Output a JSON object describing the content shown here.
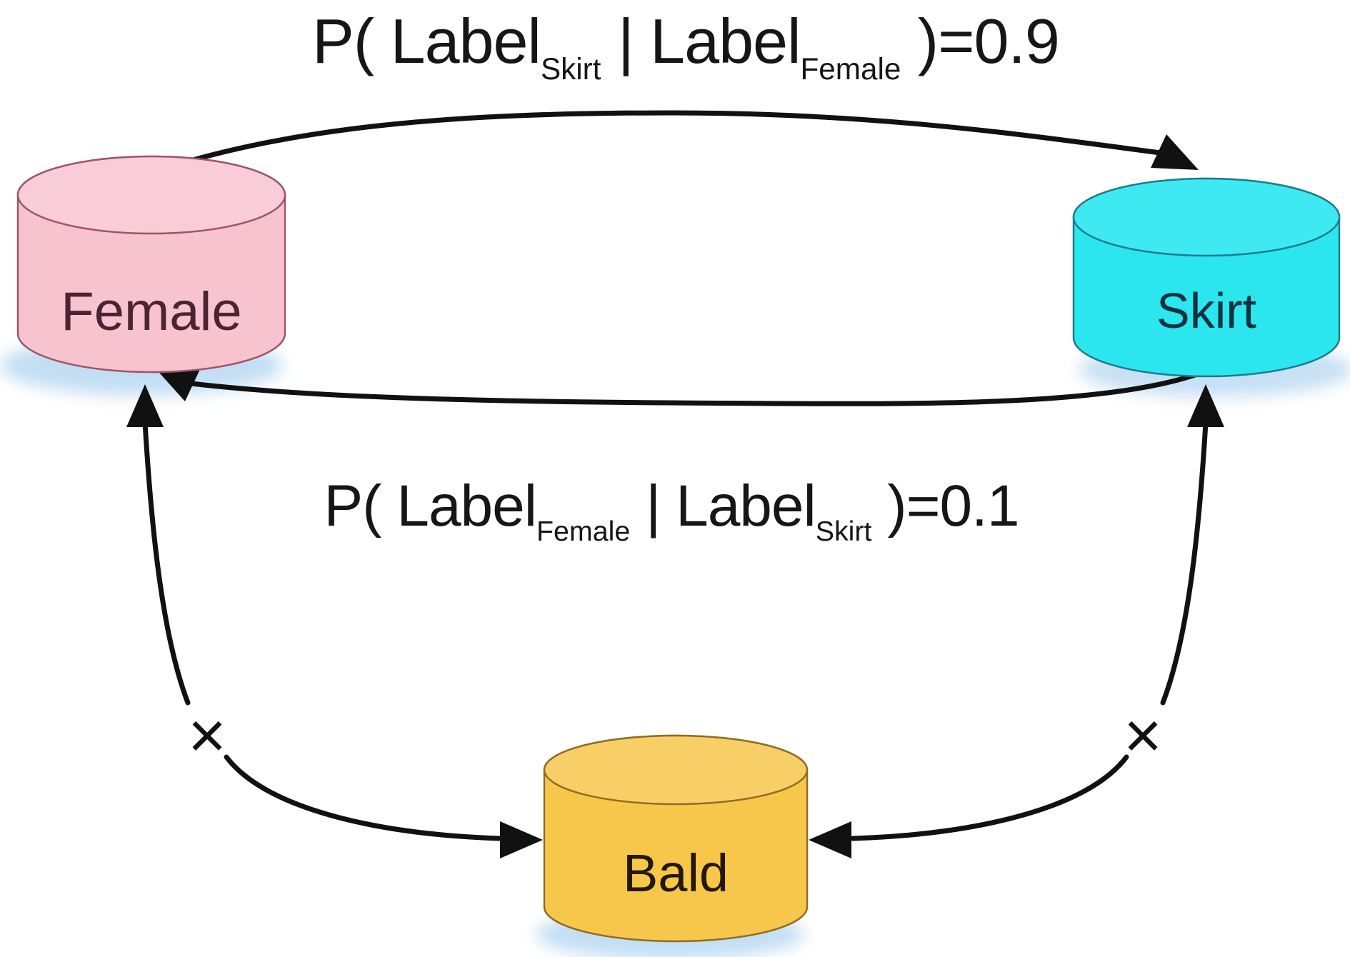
{
  "figure": {
    "type": "probabilistic-label-relation-diagram",
    "formulas": {
      "top": {
        "p1": "P( Label",
        "sub1": "Skirt",
        "p2": " | Label",
        "sub2": "Female",
        "p3": " )=0.9"
      },
      "bottom": {
        "p1": "P( Label",
        "sub1": "Female",
        "p2": " | Label",
        "sub2": "Skirt",
        "p3": " )=0.1"
      }
    },
    "nodes": {
      "female": {
        "label": "Female",
        "body_fill": "#f7c3ce",
        "top_fill": "#f9cdd7",
        "stroke": "#9c5668",
        "text_color": "#4a2433"
      },
      "skirt": {
        "label": "Skirt",
        "body_fill": "#2be5ef",
        "top_fill": "#3fe9f2",
        "stroke": "#1d7c8c",
        "text_color": "#12313f"
      },
      "bald": {
        "label": "Bald",
        "body_fill": "#f7c74c",
        "top_fill": "#f8cf67",
        "stroke": "#8f6c24",
        "text_color": "#241804"
      }
    },
    "symbols": {
      "cross": "×"
    },
    "colors": {
      "arrow": "#111111",
      "shadow": "#b9d9f2",
      "formula_text": "#161616"
    }
  }
}
